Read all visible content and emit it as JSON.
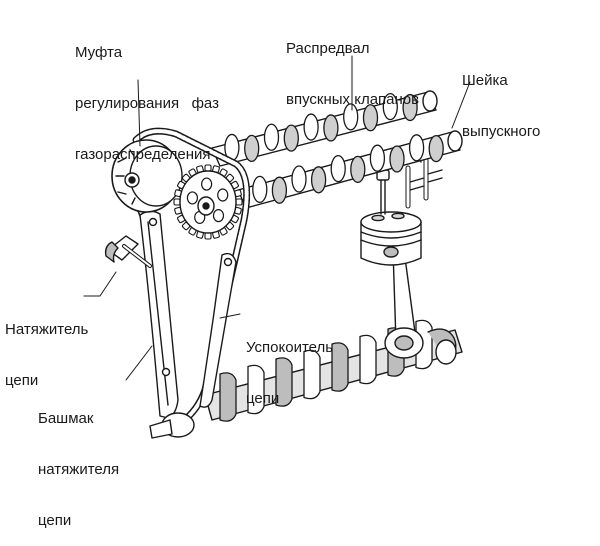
{
  "labels": {
    "phaser": [
      "Муфта",
      "регулирования   фаз",
      "газораспределения"
    ],
    "intake_cam": [
      "Распредвал",
      "впускных клапанов"
    ],
    "exhaust_journal": [
      "Шейка",
      "выпускного"
    ],
    "tensioner": [
      "Натяжитель",
      "цепи"
    ],
    "damper": [
      "Успокоитель",
      "цепи"
    ],
    "shoe": [
      "Башмак",
      "натяжителя",
      "цепи"
    ]
  },
  "colors": {
    "ink": "#1a1a1a",
    "fill": "#ffffff",
    "shade": "#cfcfcf",
    "dark": "#6e6e6e"
  }
}
